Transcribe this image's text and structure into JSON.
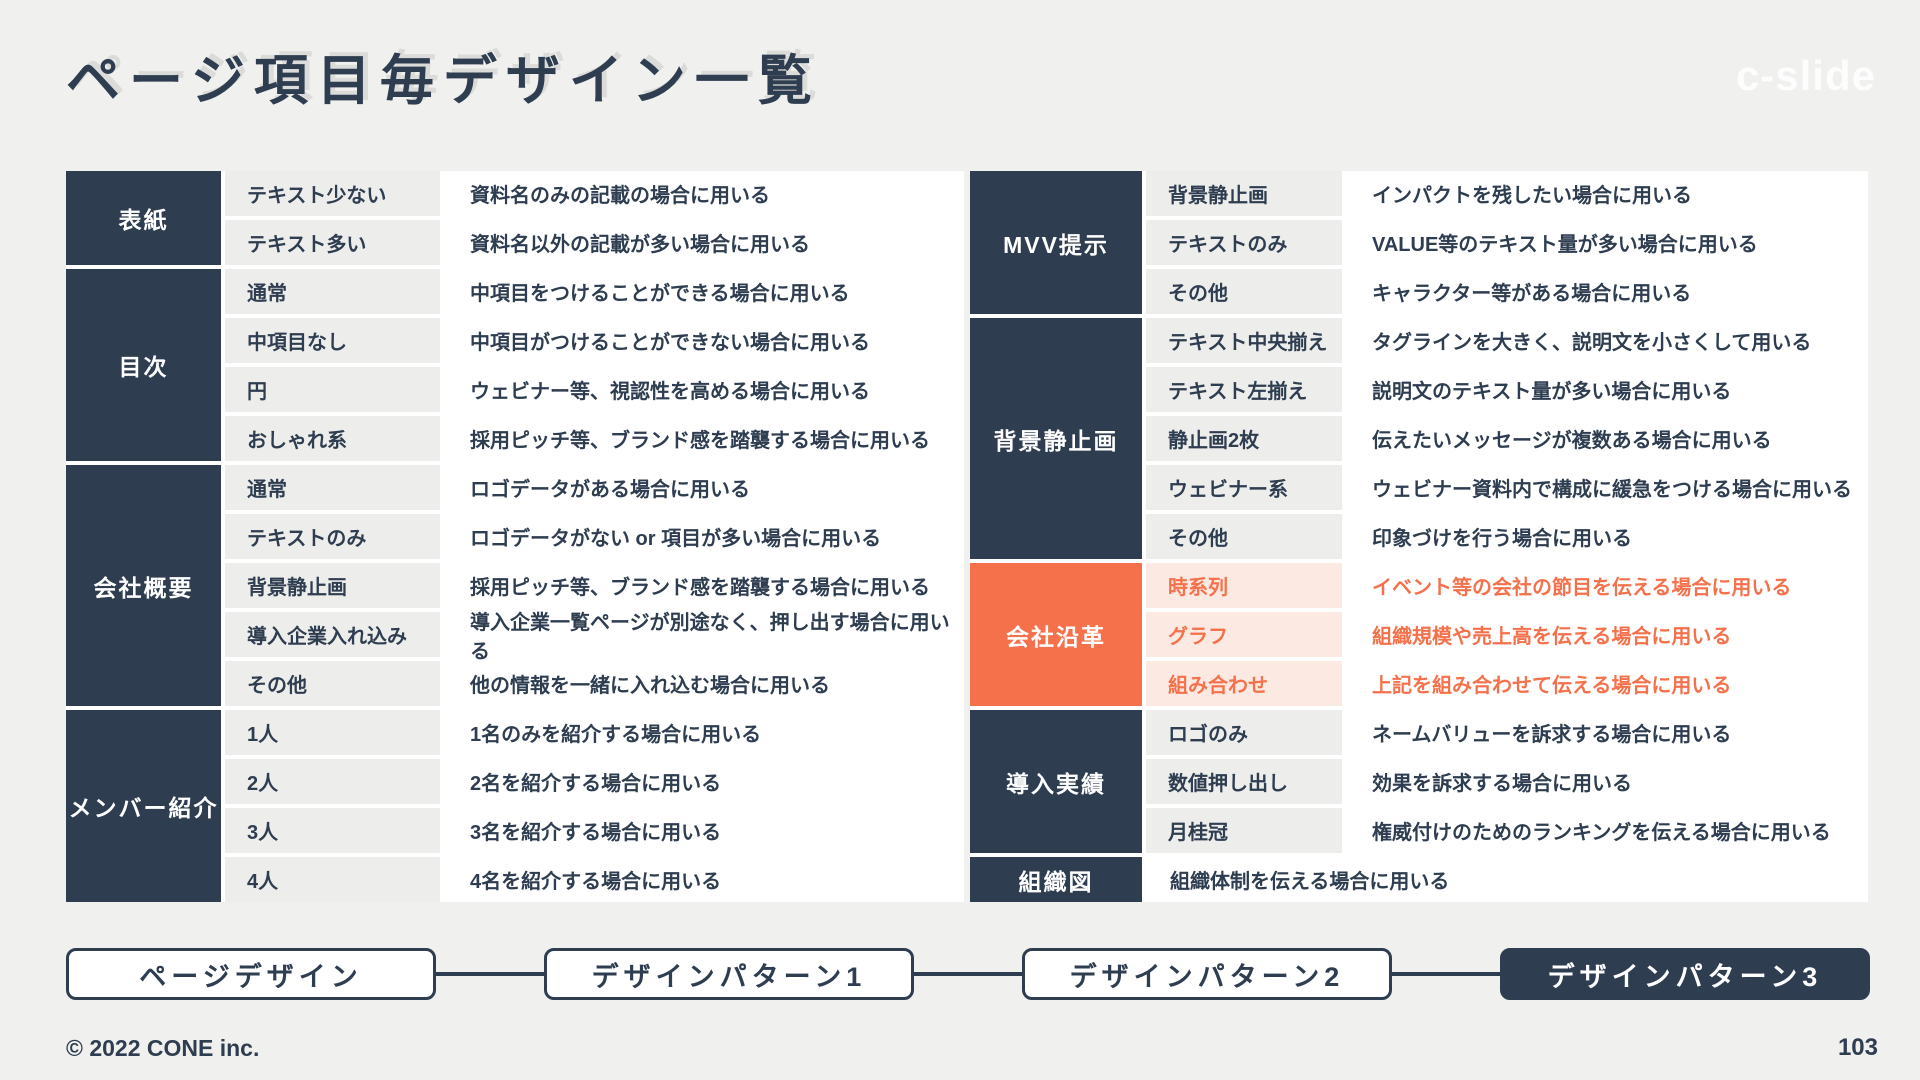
{
  "page": {
    "title": "ページ項目毎デザイン一覧",
    "logo": "c-slide",
    "footer_copyright": "© 2022 CONE inc.",
    "page_number": "103"
  },
  "colors": {
    "navy": "#2E3D50",
    "orange": "#F4714B",
    "orange_light_bg": "#FCE9E2",
    "label_bg": "#EDEDEB",
    "page_bg": "#F0F0EE"
  },
  "tables": {
    "left": {
      "groups": [
        {
          "category": "表紙",
          "accent": "navy",
          "rows": [
            {
              "label": "テキスト少ない",
              "desc": "資料名のみの記載の場合に用いる"
            },
            {
              "label": "テキスト多い",
              "desc": "資料名以外の記載が多い場合に用いる"
            }
          ]
        },
        {
          "category": "目次",
          "accent": "navy",
          "rows": [
            {
              "label": "通常",
              "desc": "中項目をつけることができる場合に用いる"
            },
            {
              "label": "中項目なし",
              "desc": "中項目がつけることができない場合に用いる"
            },
            {
              "label": "円",
              "desc": "ウェビナー等、視認性を高める場合に用いる"
            },
            {
              "label": "おしゃれ系",
              "desc": "採用ピッチ等、ブランド感を踏襲する場合に用いる"
            }
          ]
        },
        {
          "category": "会社概要",
          "accent": "navy",
          "rows": [
            {
              "label": "通常",
              "desc": "ロゴデータがある場合に用いる"
            },
            {
              "label": "テキストのみ",
              "desc": "ロゴデータがない or 項目が多い場合に用いる"
            },
            {
              "label": "背景静止画",
              "desc": "採用ピッチ等、ブランド感を踏襲する場合に用いる"
            },
            {
              "label": "導入企業入れ込み",
              "desc": "導入企業一覧ページが別途なく、押し出す場合に用いる"
            },
            {
              "label": "その他",
              "desc": "他の情報を一緒に入れ込む場合に用いる"
            }
          ]
        },
        {
          "category": "メンバー紹介",
          "accent": "navy",
          "rows": [
            {
              "label": "1人",
              "desc": "1名のみを紹介する場合に用いる"
            },
            {
              "label": "2人",
              "desc": "2名を紹介する場合に用いる"
            },
            {
              "label": "3人",
              "desc": "3名を紹介する場合に用いる"
            },
            {
              "label": "4人",
              "desc": "4名を紹介する場合に用いる"
            }
          ]
        }
      ]
    },
    "right": {
      "groups": [
        {
          "category": "MVV提示",
          "accent": "navy",
          "rows": [
            {
              "label": "背景静止画",
              "desc": "インパクトを残したい場合に用いる"
            },
            {
              "label": "テキストのみ",
              "desc": "VALUE等のテキスト量が多い場合に用いる"
            },
            {
              "label": "その他",
              "desc": "キャラクター等がある場合に用いる"
            }
          ]
        },
        {
          "category": "背景静止画",
          "accent": "navy",
          "rows": [
            {
              "label": "テキスト中央揃え",
              "desc": "タグラインを大きく、説明文を小さくして用いる"
            },
            {
              "label": "テキスト左揃え",
              "desc": "説明文のテキスト量が多い場合に用いる"
            },
            {
              "label": "静止画2枚",
              "desc": "伝えたいメッセージが複数ある場合に用いる"
            },
            {
              "label": "ウェビナー系",
              "desc": "ウェビナー資料内で構成に緩急をつける場合に用いる"
            },
            {
              "label": "その他",
              "desc": "印象づけを行う場合に用いる"
            }
          ]
        },
        {
          "category": "会社沿革",
          "accent": "orange",
          "rows": [
            {
              "label": "時系列",
              "desc": "イベント等の会社の節目を伝える場合に用いる"
            },
            {
              "label": "グラフ",
              "desc": "組織規模や売上高を伝える場合に用いる"
            },
            {
              "label": "組み合わせ",
              "desc": "上記を組み合わせて伝える場合に用いる"
            }
          ]
        },
        {
          "category": "導入実績",
          "accent": "navy",
          "rows": [
            {
              "label": "ロゴのみ",
              "desc": "ネームバリューを訴求する場合に用いる"
            },
            {
              "label": "数値押し出し",
              "desc": "効果を訴求する場合に用いる"
            },
            {
              "label": "月桂冠",
              "desc": "権威付けのためのランキングを伝える場合に用いる"
            }
          ]
        },
        {
          "category": "組織図",
          "accent": "navy",
          "rows": [
            {
              "label": "",
              "desc": "組織体制を伝える場合に用いる"
            }
          ]
        }
      ]
    }
  },
  "stepper": {
    "items": [
      {
        "label": "ページデザイン",
        "active": false
      },
      {
        "label": "デザインパターン1",
        "active": false
      },
      {
        "label": "デザインパターン2",
        "active": false
      },
      {
        "label": "デザインパターン3",
        "active": true
      }
    ]
  }
}
